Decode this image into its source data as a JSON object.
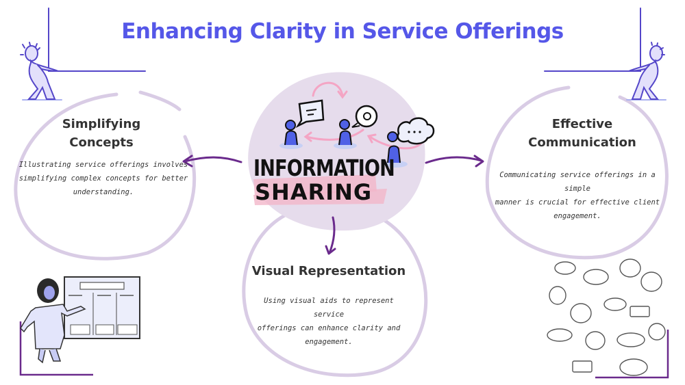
{
  "title": "Enhancing Clarity in Service Offerings",
  "center": {
    "label_line1": "INFORMATION",
    "label_line2": "SHARING",
    "colors": {
      "blob": "#e6dcec",
      "highlight": "#f2b7c9",
      "person": "#5061e6",
      "arrow": "#f4a5c4"
    }
  },
  "nodes": [
    {
      "id": "simplifying-concepts",
      "title_line1": "Simplifying",
      "title_line2": "Concepts",
      "text": [
        "Illustrating service offerings involves",
        "simplifying complex concepts for better",
        "understanding."
      ]
    },
    {
      "id": "effective-communication",
      "title_line1": "Effective",
      "title_line2": "Communication",
      "text": [
        "Communicating service offerings in a simple",
        "manner is crucial for effective client",
        "engagement."
      ]
    },
    {
      "id": "visual-representation",
      "title_line1": "Visual Representation",
      "text": [
        "Using visual aids to represent service",
        "offerings can enhance clarity and",
        "engagement."
      ]
    }
  ],
  "colors": {
    "title": "#5557e8",
    "ring": "#d9cce5",
    "connector": "#6a2a8c",
    "frame": "#6a2a8c",
    "figure_line": "#5446c9"
  },
  "icons": [
    "pushing-figure-left",
    "pushing-figure-right",
    "presenter-with-board",
    "speech-bubbles-cluster"
  ]
}
